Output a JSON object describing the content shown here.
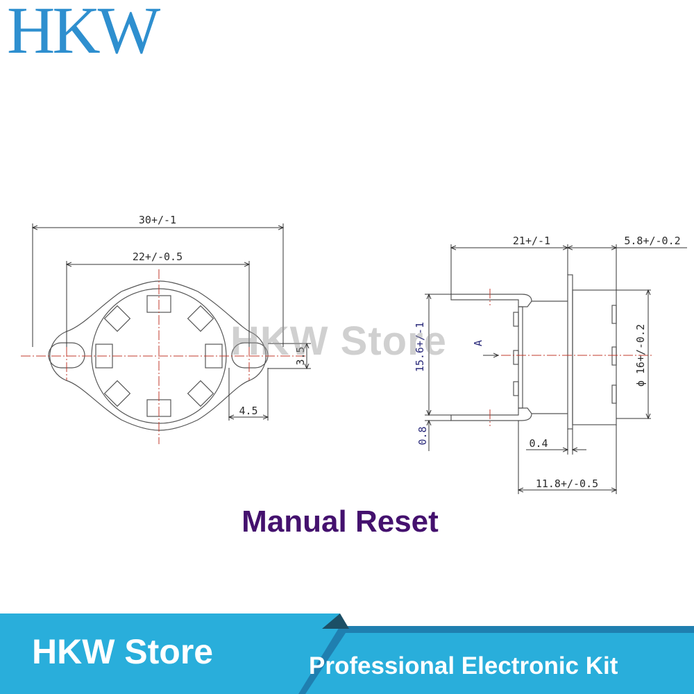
{
  "brand": {
    "logo": "HKW",
    "watermark": "HKW Store"
  },
  "drawing": {
    "top_view": {
      "overall_width": "30+/-1",
      "hole_spacing": "22+/-0.5",
      "slot_width": "3.5",
      "slot_length": "4.5"
    },
    "side_view": {
      "lead_length": "21+/-1",
      "body_height": "5.8+/-0.2",
      "lead_spacing": "15.6+/-1",
      "diameter": "ϕ 16+/-0.2",
      "lead_thickness": "0.8",
      "flange_thickness": "0.4",
      "body_length": "11.8+/-0.5",
      "section_marker": "A"
    }
  },
  "caption": "Manual Reset",
  "banner": {
    "store_name": "HKW Store",
    "tagline": "Professional Electronic Kit",
    "colors": {
      "primary": "#29aedb",
      "dark": "#1f7fb0",
      "caption": "#44116e"
    }
  }
}
